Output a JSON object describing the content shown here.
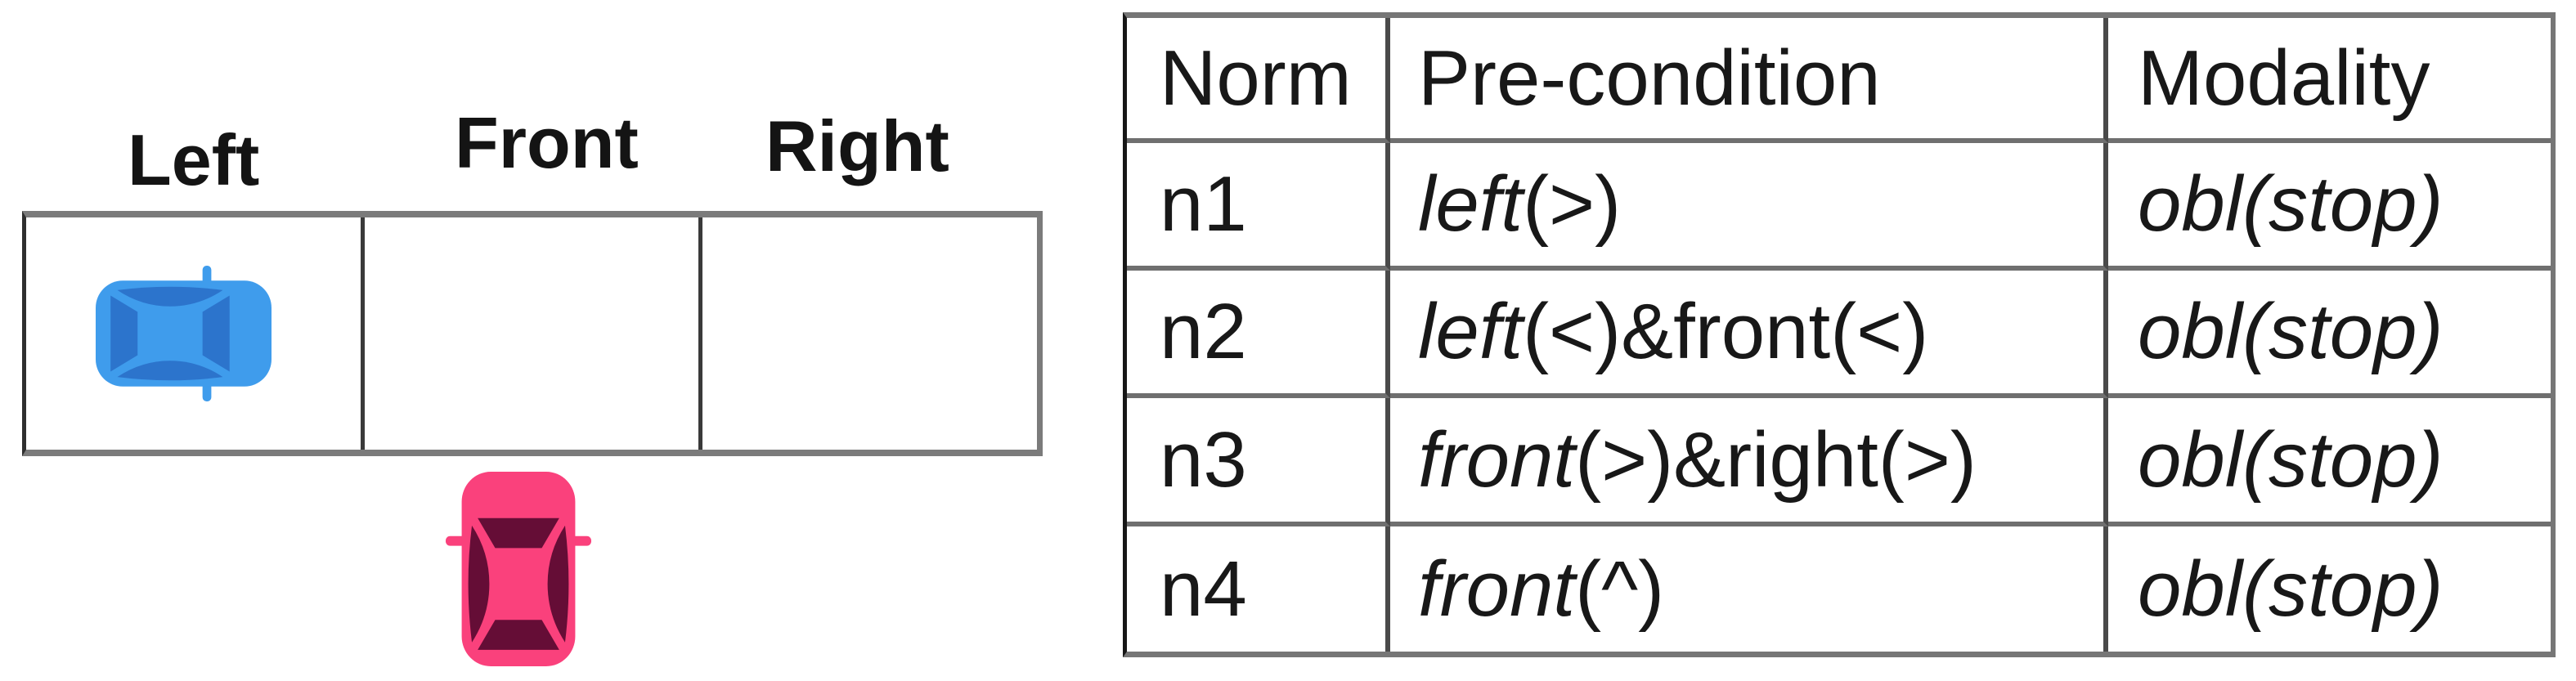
{
  "scene": {
    "labels": {
      "left": "Left",
      "front": "Front",
      "right": "Right"
    },
    "cars": {
      "blue": {
        "label": "blue car",
        "facing": "right",
        "cell": "Left",
        "body_color": "#3F9CEC",
        "window_color": "#2C74CC"
      },
      "pink": {
        "label": "pink car",
        "facing": "up",
        "position": "below Front cell",
        "body_color": "#FA417C",
        "window_color": "#650D36"
      }
    }
  },
  "table": {
    "headers": [
      "Norm",
      "Pre-condition",
      "Modality"
    ],
    "rows": [
      {
        "norm": "n1",
        "pre_italic": "left",
        "pre_rest": "(>)",
        "modality": "obl(stop)"
      },
      {
        "norm": "n2",
        "pre_italic": "left",
        "pre_rest": "(<)&front(<)",
        "modality": "obl(stop)"
      },
      {
        "norm": "n3",
        "pre_italic": "front",
        "pre_rest": "(>)&right(>)",
        "modality": "obl(stop)"
      },
      {
        "norm": "n4",
        "pre_italic": "front",
        "pre_rest": "(^)",
        "modality": "obl(stop)"
      }
    ]
  },
  "colors": {
    "grid_line_gray": "#7b7b7b",
    "grid_line_dark": "#3a3a3a",
    "table_row_line": "#6f6f6f",
    "table_col_line": "#4a4a4a",
    "text": "#181818"
  }
}
